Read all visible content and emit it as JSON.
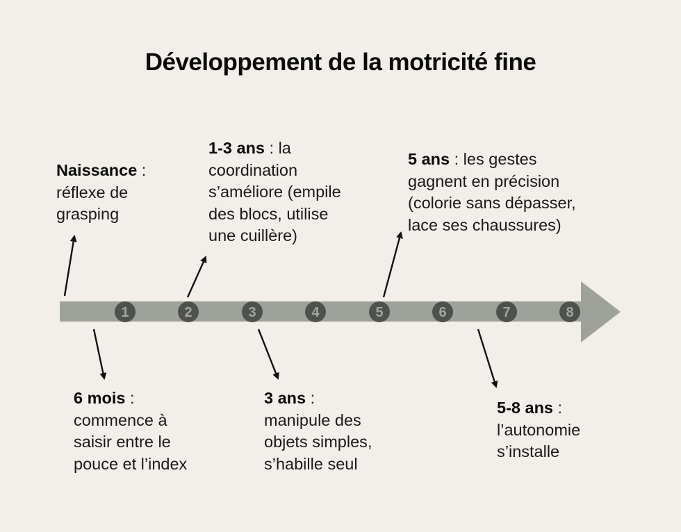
{
  "title": "Développement de la motricité fine",
  "colors": {
    "background": "#f2efea",
    "bar": "#9ea29a",
    "circle": "#4f514d",
    "circle_text": "#a3a69e",
    "text": "#1a1a1a",
    "arrow": "#111111"
  },
  "timeline": {
    "markers": [
      "1",
      "2",
      "3",
      "4",
      "5",
      "6",
      "7",
      "8"
    ]
  },
  "milestones": [
    {
      "id": "naissance",
      "position": "top",
      "heading": "Naissance",
      "sep": " :",
      "lines": [
        "réflexe de",
        "grasping"
      ]
    },
    {
      "id": "1-3-ans",
      "position": "top",
      "heading": "1-3 ans",
      "sep": " : la",
      "lines": [
        "coordination",
        "s’améliore (empile",
        "des blocs, utilise",
        "une cuillère)"
      ]
    },
    {
      "id": "5-ans",
      "position": "top",
      "heading": "5 ans",
      "sep": " : les gestes",
      "lines": [
        "gagnent en précision",
        "(colorie sans dépasser,",
        "lace ses chaussures)"
      ]
    },
    {
      "id": "6-mois",
      "position": "bottom",
      "heading": "6 mois",
      "sep": " :",
      "lines": [
        "commence à",
        "saisir entre le",
        "pouce et l’index"
      ]
    },
    {
      "id": "3-ans",
      "position": "bottom",
      "heading": "3 ans",
      "sep": " :",
      "lines": [
        "manipule des",
        "objets simples,",
        "s’habille seul"
      ]
    },
    {
      "id": "5-8-ans",
      "position": "bottom",
      "heading": "5-8 ans",
      "sep": " :",
      "lines": [
        "l’autonomie",
        "s’installe"
      ]
    }
  ]
}
